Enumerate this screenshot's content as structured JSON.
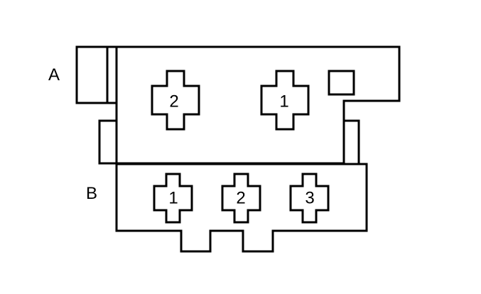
{
  "connector_a": {
    "label": "A",
    "pins": [
      "2",
      "1"
    ]
  },
  "connector_b": {
    "label": "B",
    "pins": [
      "1",
      "2",
      "3"
    ]
  },
  "colors": {
    "stroke": "#000000",
    "background": "#ffffff"
  }
}
